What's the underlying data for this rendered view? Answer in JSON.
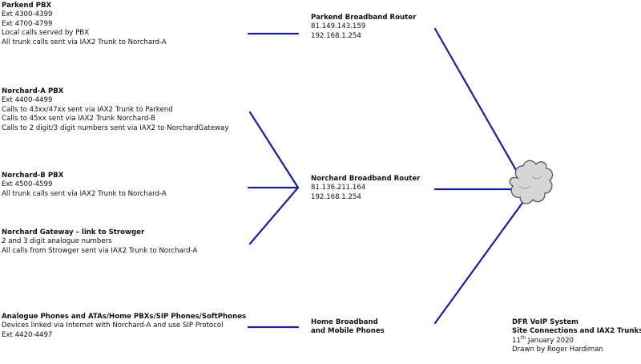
{
  "colors": {
    "link_line": "#1a1f9e",
    "cloud_fill": "#d6d6d6",
    "cloud_stroke": "#555555",
    "text": "#111111"
  },
  "icons": {
    "cloud": "internet-cloud-icon"
  },
  "sites": [
    {
      "title": "Parkend PBX",
      "lines": [
        "Ext 4300-4399",
        "Ext 4700-4799",
        "Local calls served by PBX",
        "All trunk calls sent via IAX2 Trunk to Norchard-A"
      ]
    },
    {
      "title": "Norchard-A PBX",
      "lines": [
        "Ext 4400-4499",
        "Calls to 43xx/47xx sent via IAX2 Trunk to Parkend",
        "Calls to 45xx sent via IAX2 Trunk Norchard-B",
        "Calls to 2 digit/3 digit numbers sent via IAX2 to NorchardGateway"
      ]
    },
    {
      "title": "Norchard-B PBX",
      "lines": [
        "Ext 4500-4599",
        "All trunk calls sent via IAX2 Trunk to Norchard-A"
      ]
    },
    {
      "title": "Norchard Gateway – link to Strowger",
      "lines": [
        "2 and 3 digit analogue numbers",
        "All calls from Strowger sent via IAX2 Trunk to Norchard-A"
      ]
    },
    {
      "title": "Analogue Phones and ATAs/Home PBXs/SIP Phones/SoftPhones",
      "lines": [
        "Devices linked via Internet with Norchard-A and use SIP Protocol",
        "Ext 4420-4497"
      ]
    }
  ],
  "routers": [
    {
      "title": "Parkend Broadband Router",
      "lines": [
        "81.149.143.159",
        "192.168.1.254"
      ]
    },
    {
      "title": "Norchard Broadband Router",
      "lines": [
        "81.136.211.164",
        "192.168.1.254"
      ]
    },
    {
      "title": "Home Broadband",
      "lines": [
        "and Mobile Phones"
      ]
    }
  ],
  "footer": {
    "title": "DFR VoIP System",
    "subtitle": "Site Connections and IAX2 Trunks",
    "date_day": "11",
    "date_suffix": "th",
    "date_rest": " January 2020",
    "author": "Drawn by Roger Hardiman"
  }
}
